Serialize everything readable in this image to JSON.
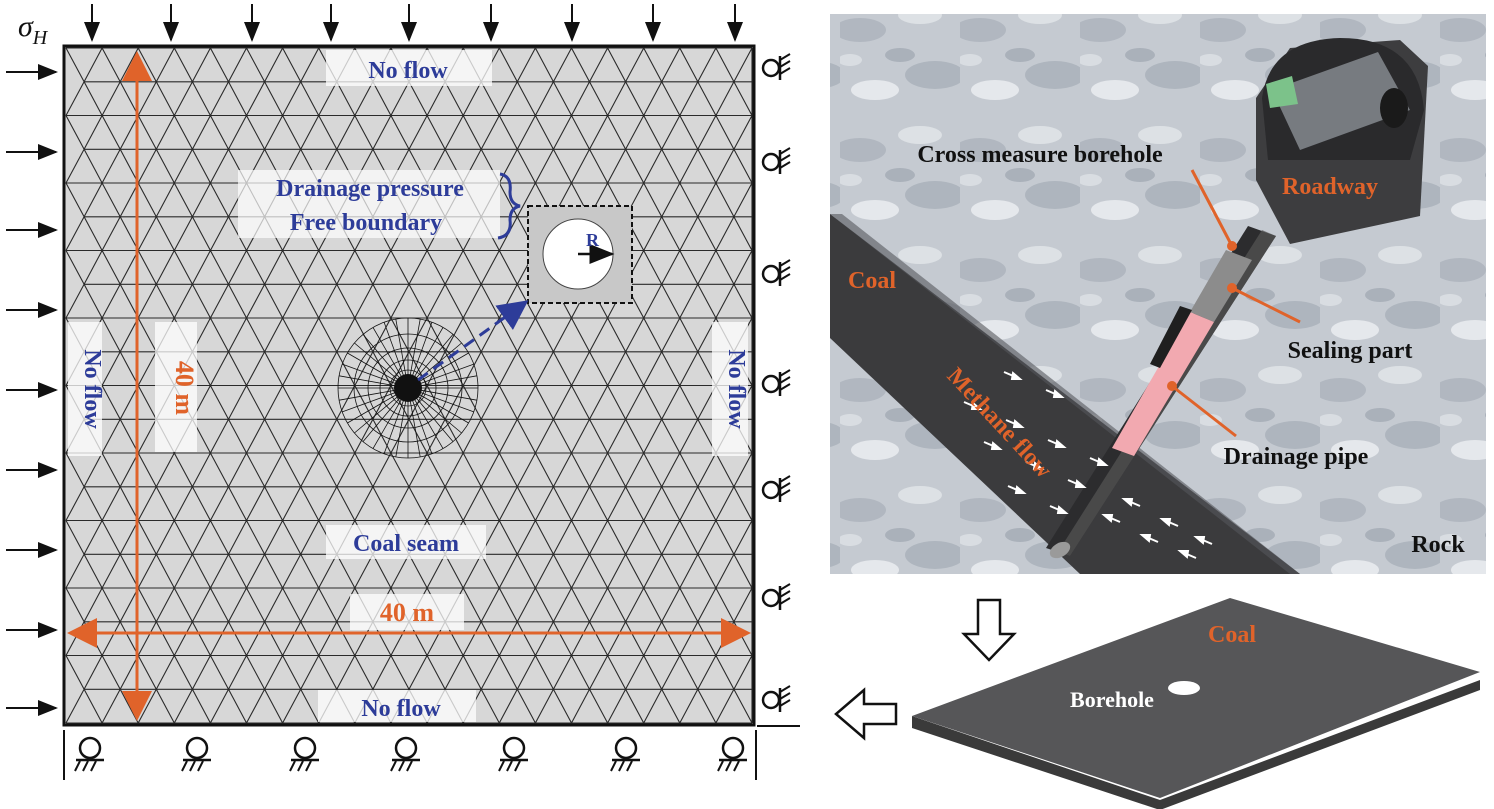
{
  "left_panel": {
    "sigma_label": "σ",
    "sigma_sub": "H",
    "top_label": "No flow",
    "bottom_label": "No flow",
    "left_label": "No flow",
    "right_label": "No flow",
    "drainage_pressure": "Drainage pressure",
    "free_boundary": "Free boundary",
    "radius_label": "R",
    "height_label": "40 m",
    "width_label": "40 m",
    "center_label": "Coal seam"
  },
  "right_panel": {
    "cross_measure": "Cross measure borehole",
    "roadway": "Roadway",
    "coal": "Coal",
    "sealing": "Sealing part",
    "methane": "Methane flow",
    "drainage_pipe": "Drainage pipe",
    "rock": "Rock"
  },
  "bottom_panel": {
    "coal": "Coal",
    "borehole": "Borehole"
  },
  "colors": {
    "label_blue": "#2d3c99",
    "label_orange": "#e0632a",
    "mesh_fill": "#d7d7d7",
    "mesh_line": "#2a2a2a",
    "coal_dark": "#3c3c3c"
  }
}
